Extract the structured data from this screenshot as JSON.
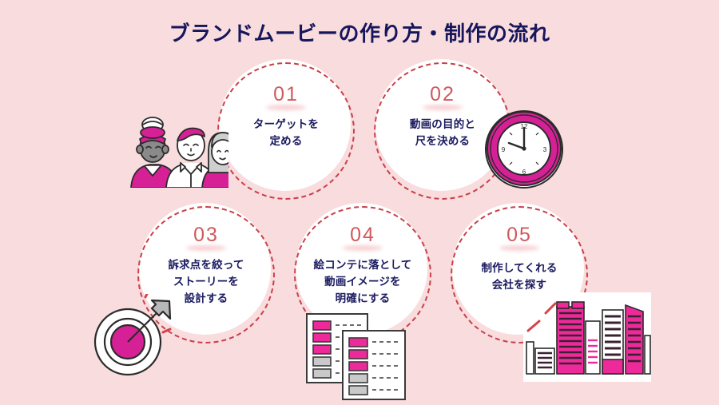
{
  "page": {
    "title": "ブランドムービーの作り方・制作の流れ",
    "background_color": "#F9DCDE",
    "title_color": "#16165C",
    "number_color": "#D0595C",
    "label_color": "#1A1A60",
    "ring_color": "#C8404A",
    "accent_magenta": "#E0219B"
  },
  "steps": [
    {
      "number": "01",
      "lines": [
        "ターゲットを",
        "定める"
      ],
      "icon": "three-people-icon"
    },
    {
      "number": "02",
      "lines": [
        "動画の目的と",
        "尺を決める"
      ],
      "icon": "wall-clock-icon"
    },
    {
      "number": "03",
      "lines": [
        "訴求点を絞って",
        "ストーリーを",
        "設計する"
      ],
      "icon": "target-arrow-icon"
    },
    {
      "number": "04",
      "lines": [
        "絵コンテに落として",
        "動画イメージを",
        "明確にする"
      ],
      "icon": "storyboard-documents-icon"
    },
    {
      "number": "05",
      "lines": [
        "制作してくれる",
        "会社を探す"
      ],
      "icon": "city-skyline-icon"
    }
  ],
  "clock": {
    "marks": [
      "12",
      "3",
      "6",
      "9"
    ]
  }
}
